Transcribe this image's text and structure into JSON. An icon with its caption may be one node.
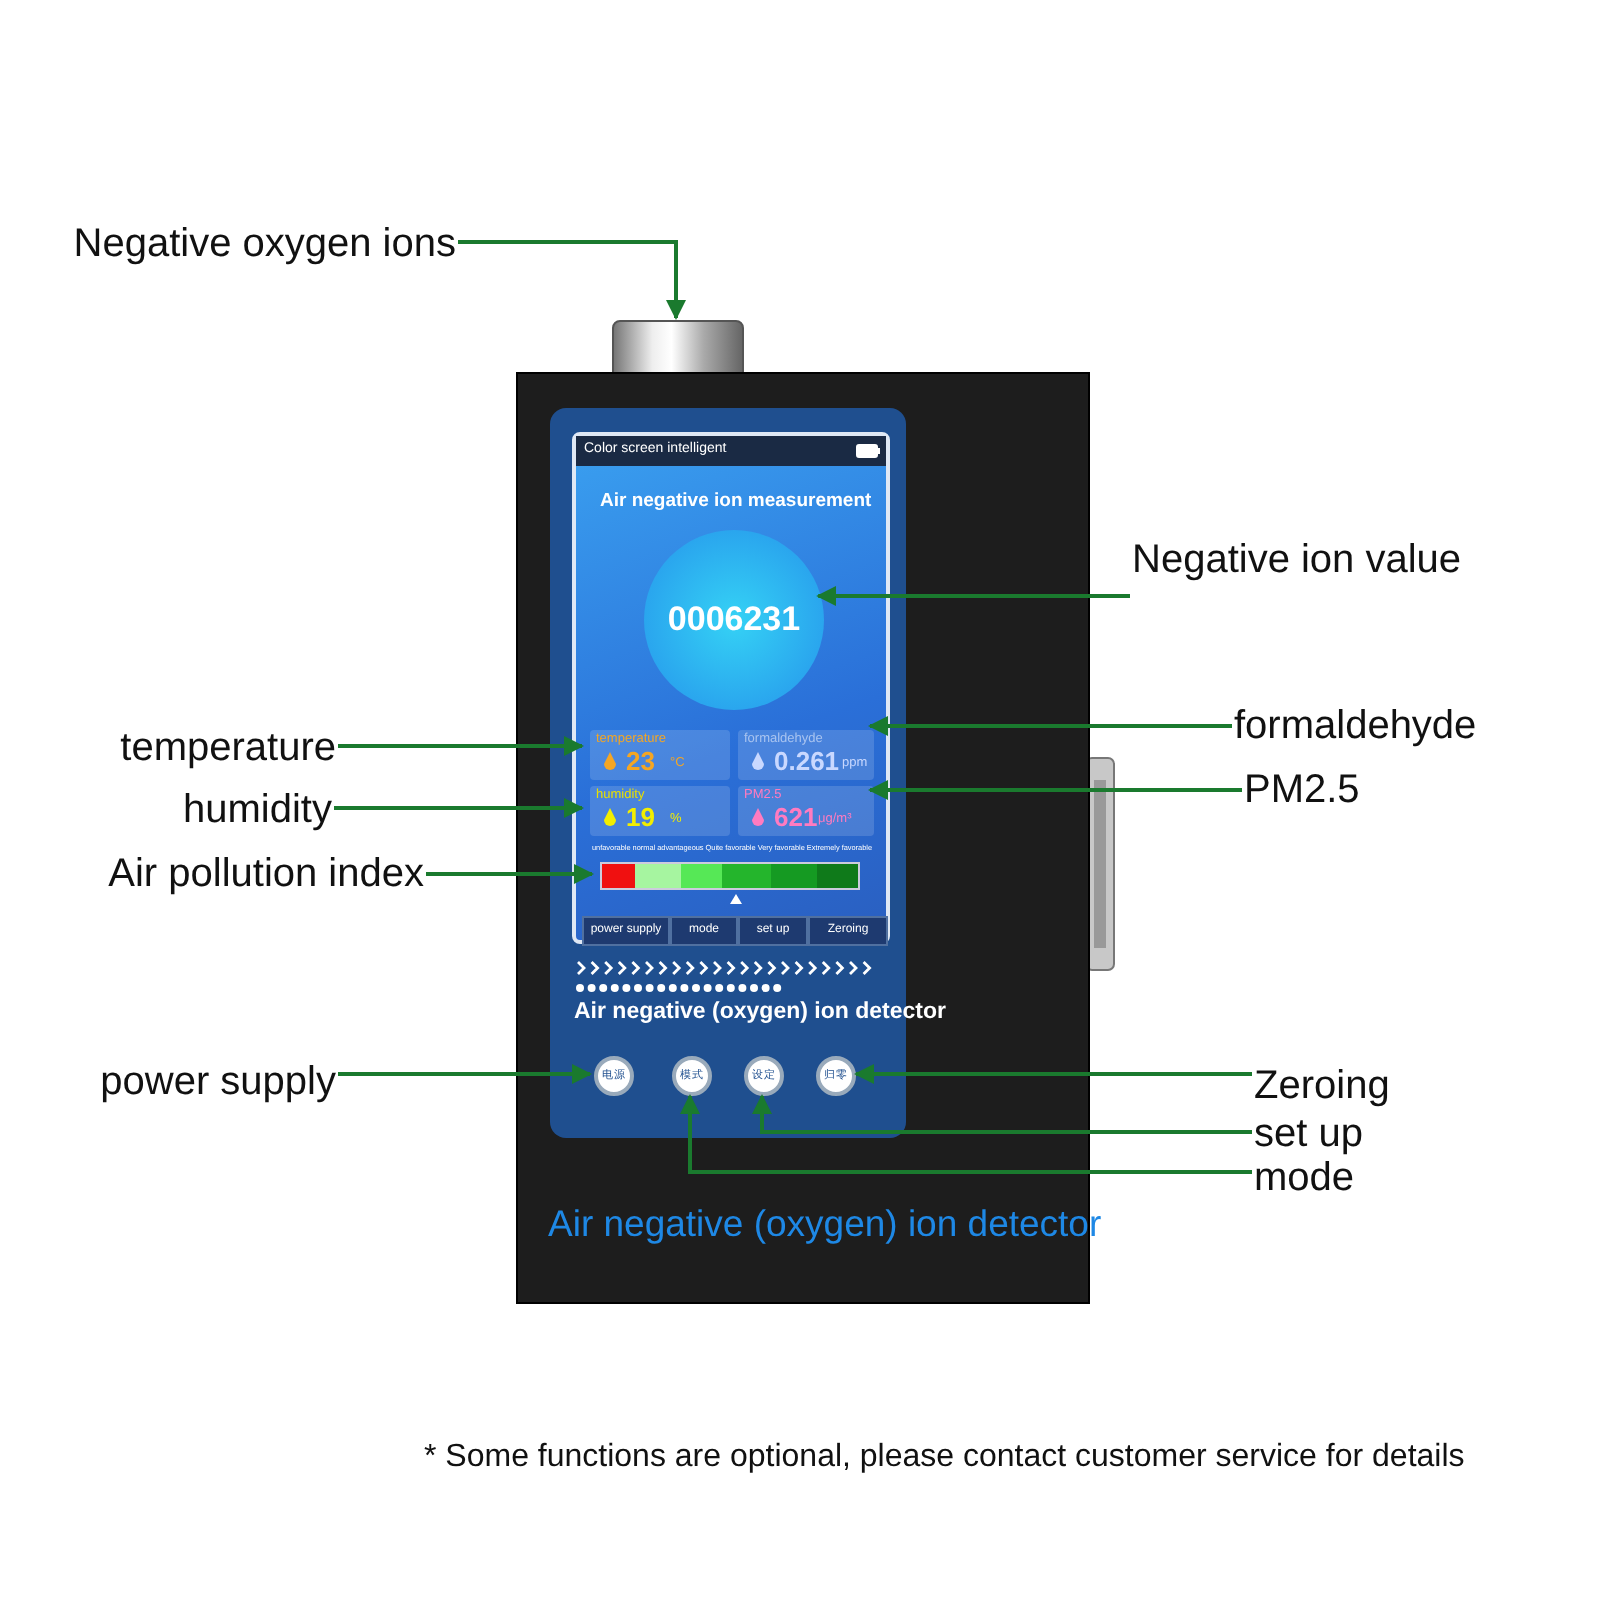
{
  "diagram": {
    "nodes": [
      {
        "text": [
          "Negative oxygen ions"
        ]
      },
      {
        "text": [],
        "shape": "cylinder"
      },
      {
        "text": [
          "Air negative (oxygen) ion detector"
        ]
      },
      {
        "text": [
          "Air negative (oxygen) ion detector"
        ],
        "in": 2
      },
      {
        "text": [
          "Color screen intelligent",
          "Air negative ion measurement"
        ],
        "in": 3
      },
      {
        "text": [
          "0006231"
        ],
        "in": 4
      },
      {
        "text": [
          "temperature",
          "23",
          "°C"
        ],
        "in": 4
      },
      {
        "text": [
          "formaldehyde",
          "0.261",
          "ppm"
        ],
        "in": 4
      },
      {
        "text": [
          "humidity",
          "19",
          "%"
        ],
        "in": 4
      },
      {
        "text": [
          "PM2.5",
          "621",
          "μg/m³"
        ],
        "in": 4
      },
      {
        "text": [],
        "shape": "bar",
        "in": 4
      },
      {
        "text": [
          "power supply"
        ],
        "in": 4
      },
      {
        "text": [
          "mode"
        ],
        "in": 4
      },
      {
        "text": [
          "set up"
        ],
        "in": 4
      },
      {
        "text": [
          "Zeroing"
        ],
        "in": 4
      },
      {
        "text": [
          "电源"
        ],
        "in": 3
      },
      {
        "text": [
          "模式"
        ],
        "in": 3
      },
      {
        "text": [
          "设定"
        ],
        "in": 3
      },
      {
        "text": [
          "归零"
        ],
        "in": 3
      },
      {
        "text": [
          "Negative ion value"
        ]
      },
      {
        "text": [
          "temperature"
        ]
      },
      {
        "text": [
          "humidity"
        ]
      },
      {
        "text": [
          "formaldehyde"
        ]
      },
      {
        "text": [
          "PM2.5"
        ]
      },
      {
        "text": [
          "Air pollution index"
        ]
      },
      {
        "text": [
          "power supply"
        ]
      },
      {
        "text": [
          "Zeroing"
        ]
      },
      {
        "text": [
          "set up"
        ]
      },
      {
        "text": [
          "mode"
        ]
      }
    ],
    "edges": [
      {
        "from": 0,
        "to": 1,
        "arrow": "to"
      },
      {
        "from": 19,
        "to": 5,
        "arrow": "to"
      },
      {
        "from": 20,
        "to": 6,
        "arrow": "to"
      },
      {
        "from": 21,
        "to": 8,
        "arrow": "to"
      },
      {
        "from": 22,
        "to": 7,
        "arrow": "to"
      },
      {
        "from": 23,
        "to": 9,
        "arrow": "to"
      },
      {
        "from": 24,
        "to": 10,
        "arrow": "to"
      },
      {
        "from": 25,
        "to": 15,
        "arrow": "to"
      },
      {
        "from": 26,
        "to": 18,
        "arrow": "to"
      },
      {
        "from": 27,
        "to": 17,
        "arrow": "to"
      },
      {
        "from": 28,
        "to": 16,
        "arrow": "to"
      }
    ],
    "labels": [
      "unfavorable normal advantageous Quite favorable Very favorable Extremely favorable",
      "* Some functions are optional, please contact customer service for details"
    ]
  }
}
